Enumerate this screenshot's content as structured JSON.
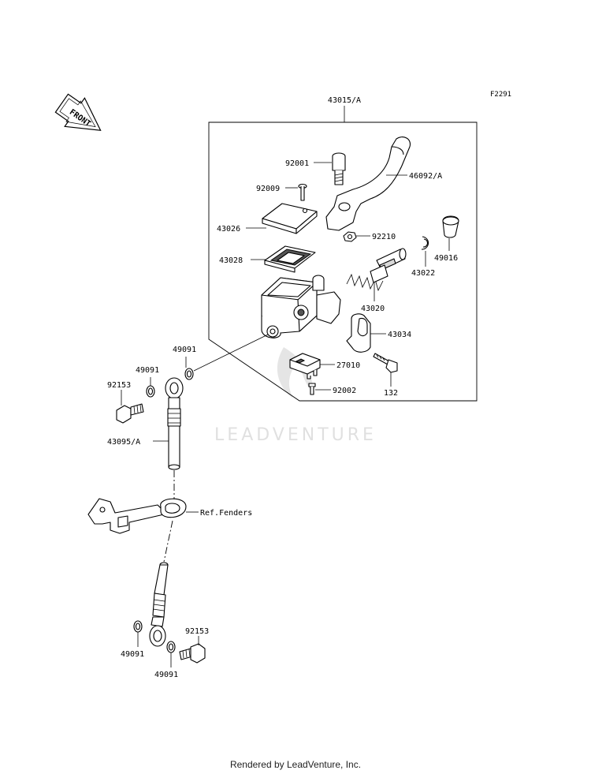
{
  "figure_code": "F2291",
  "front_label": "FRONT",
  "watermark": "LEADVENTURE",
  "footer": "Rendered by LeadVenture, Inc.",
  "callouts": {
    "assembly": "43015/A",
    "bolt_92001": "92001",
    "lever": "46092/A",
    "screw_92009": "92009",
    "cap": "43026",
    "nut_92210": "92210",
    "boot": "49016",
    "circlip": "43022",
    "diaphragm": "43028",
    "piston": "43020",
    "holder": "43034",
    "washer_upper": "49091",
    "switch": "27010",
    "washer_left": "49091",
    "banjo_upper": "92153",
    "screw_92002": "92002",
    "bolt_132": "132",
    "hose": "43095/A",
    "fenders_ref": "Ref.Fenders",
    "banjo_lower": "92153",
    "washer_low1": "49091",
    "washer_low2": "49091"
  }
}
